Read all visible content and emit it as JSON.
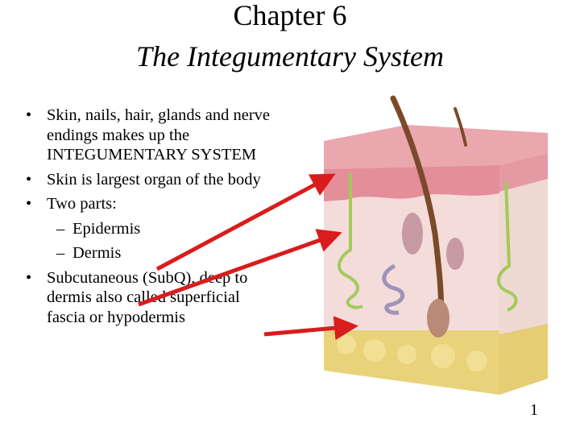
{
  "slide": {
    "title_line1": "Chapter 6",
    "title_line2": "The Integumentary System",
    "bullets": [
      "Skin, nails, hair, glands and nerve endings makes up the INTEGUMENTARY SYSTEM",
      "Skin is largest organ of the body",
      "Two parts:"
    ],
    "sub_bullets": [
      "Epidermis",
      "Dermis"
    ],
    "bullet_last": "Subcutaneous (SubQ), deep to dermis also called superficial fascia or hypodermis",
    "slide_number": "1"
  },
  "colors": {
    "arrow": "#d91c1c",
    "epidermis": "#e9a4ab",
    "dermis": "#f0d4d2",
    "subcutaneous": "#e8d27a",
    "hair": "#7a4a2a",
    "nerve": "#a5c95a"
  }
}
